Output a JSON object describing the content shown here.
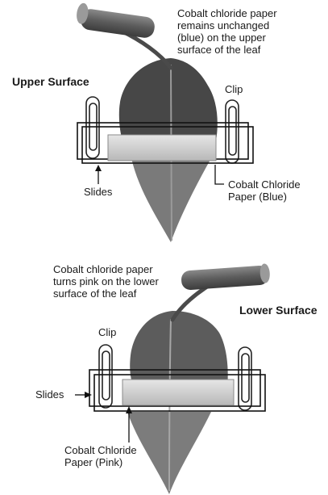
{
  "top": {
    "caption": "Cobalt chloride paper\nremains unchanged\n(blue) on the upper\nsurface of the leaf",
    "surface_label": "Upper Surface",
    "clip_label": "Clip",
    "slides_label": "Slides",
    "paper_label": "Cobalt Chloride\nPaper (Blue)"
  },
  "bottom": {
    "caption": "Cobalt chloride paper\nturns pink on the lower\nsurface of the leaf",
    "surface_label": "Lower Surface",
    "clip_label": "Clip",
    "slides_label": "Slides",
    "paper_label": "Cobalt Chloride\nPaper (Pink)"
  },
  "colors": {
    "leaf_upper": "#4a4a4a",
    "leaf_lower": "#6e6e6e",
    "stem": "#5a5a5a",
    "paper": "#d2d2d2",
    "line": "#111111"
  }
}
